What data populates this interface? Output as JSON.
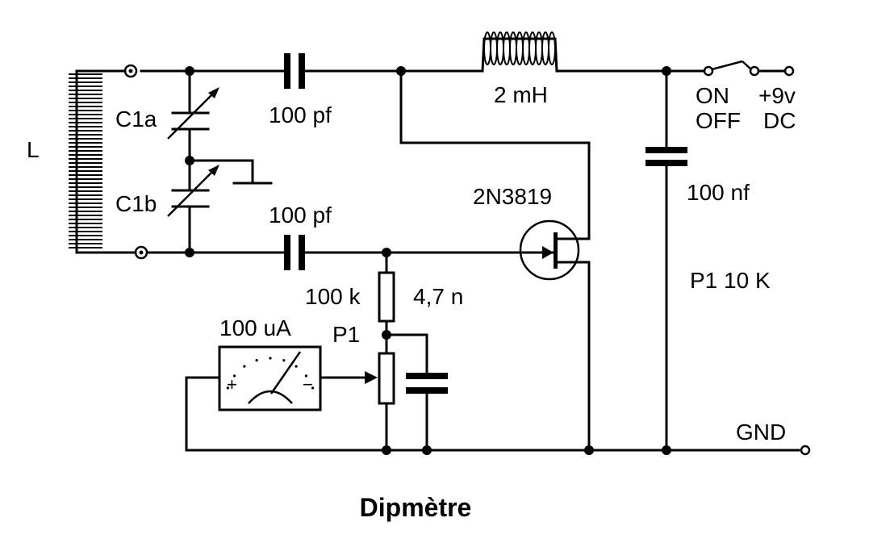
{
  "title": "Dipmètre",
  "labels": {
    "coil": "L",
    "c1a": "C1a",
    "c1b": "C1b",
    "cap_top": "100 pf",
    "cap_bottom": "100 pf",
    "choke": "2 mH",
    "jfet": "2N3819",
    "cap_supply": "100 nf",
    "resistor": "100 k",
    "cap_meter": "4,7 n",
    "meter": "100 uA",
    "meter_plus": "+",
    "meter_minus": "−",
    "pot": "P1",
    "pot_value": "P1 10 K",
    "switch_on": "ON",
    "switch_off": "OFF",
    "supply_voltage": "+9v",
    "supply_type": "DC",
    "ground": "GND"
  }
}
